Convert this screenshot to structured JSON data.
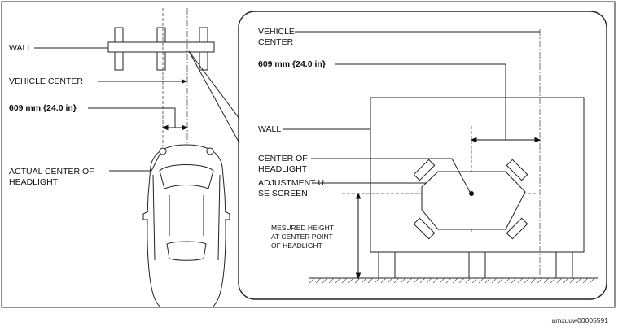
{
  "left_view": {
    "wall_label": "WALL",
    "vehicle_center_label": "VEHICLE CENTER",
    "distance_label": "609 mm {24.0 in}",
    "actual_center_label_line1": "ACTUAL CENTER OF",
    "actual_center_label_line2": "HEADLIGHT"
  },
  "detail_view": {
    "vehicle_center_line1": "VEHICLE",
    "vehicle_center_line2": "CENTER",
    "distance_label": "609 mm {24.0 in}",
    "wall_label": "WALL",
    "center_of_headlight_line1": "CENTER OF",
    "center_of_headlight_line2": "HEADLIGHT",
    "adjustment_screen_line1": "ADJUSTMENT-U",
    "adjustment_screen_line2": "SE SCREEN",
    "height_label_line1": "MESURED HEIGHT",
    "height_label_line2": "AT CENTER POINT",
    "height_label_line3": "OF HEADLIGHT"
  },
  "figure_ref": "amxuuw00005591"
}
